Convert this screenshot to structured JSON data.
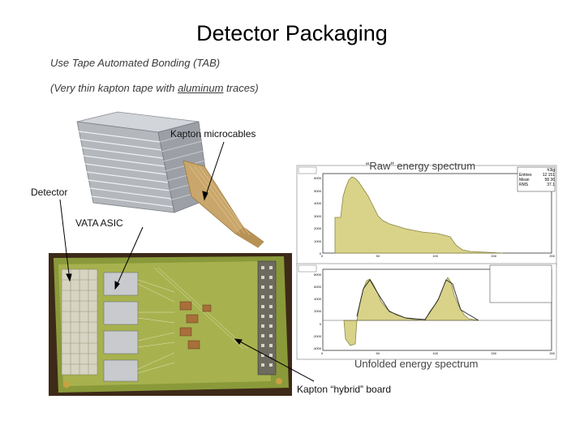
{
  "slide": {
    "title": "Detector Packaging",
    "line1": "Use Tape Automated Bonding (TAB)",
    "line2_pre": "(Very thin kapton tape with ",
    "line2_link": "aluminum",
    "line2_post": " traces)"
  },
  "labels": {
    "kapton_microcables": "Kapton microcables",
    "raw_spectrum": "“Raw” energy spectrum",
    "detector": "Detector",
    "vata_asic": "VATA ASIC",
    "unfolded_spectrum": "Unfolded energy spectrum",
    "hybrid_board": "Kapton “hybrid” board"
  },
  "colors": {
    "histogram_fill": "#d9d38a",
    "histogram_edge": "#8a8440",
    "board_green": "#8a9a3a",
    "module_gray": "#a8acb2",
    "kapton_tan": "#c9a66b"
  },
  "histogram_raw": {
    "legend": {
      "name": "h3ig",
      "rows": [
        [
          "Entries",
          "12 151"
        ],
        [
          "Mean",
          "58 36"
        ],
        [
          "RMS",
          "37.1"
        ]
      ]
    },
    "y_ticks": [
      "6000",
      "5000",
      "4000",
      "3000",
      "2000",
      "1000",
      "0"
    ],
    "x_ticks": [
      "0",
      "50",
      "100",
      "150",
      "200"
    ]
  },
  "histogram_unfolded": {
    "y_ticks": [
      "8000",
      "6000",
      "4000",
      "2000",
      "0",
      "-2000",
      "-4000"
    ],
    "x_ticks": [
      "0",
      "50",
      "100",
      "150",
      "200"
    ]
  }
}
